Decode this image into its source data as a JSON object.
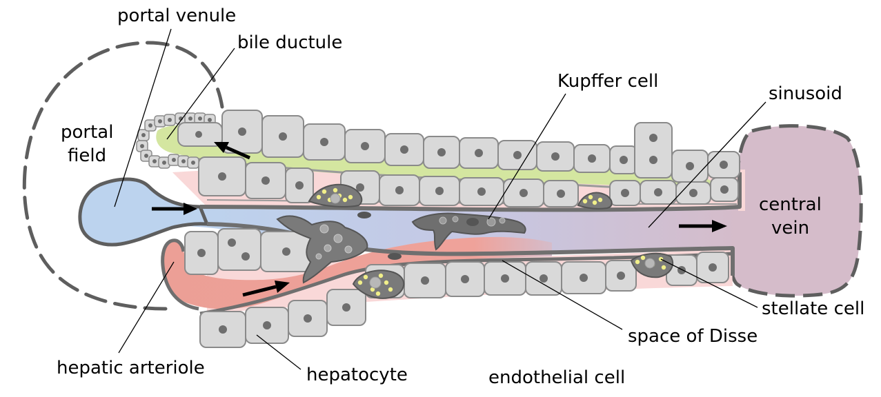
{
  "labels": {
    "portal_venule": "portal venule",
    "bile_ductule": "bile ductule",
    "portal_field_line1": "portal",
    "portal_field_line2": "field",
    "kupffer_cell": "Kupffer cell",
    "sinusoid": "sinusoid",
    "central_vein_line1": "central",
    "central_vein_line2": "vein",
    "stellate_cell": "stellate cell",
    "space_of_disse": "space of Disse",
    "hepatic_arteriole": "hepatic arteriole",
    "hepatocyte": "hepatocyte",
    "endothelial_cell": "endothelial cell"
  },
  "colors": {
    "hepatocyte_fill": "#d9d9d9",
    "cell_outline": "#8a8a8a",
    "nucleus": "#6e6e6e",
    "bile_ductule": "#d4e6a0",
    "portal_venule": "#bcd3ee",
    "hepatic_arteriole": "#ec9f96",
    "central_vein": "#d5bcca",
    "space_of_disse": "#f9d8d8",
    "endothelium": "#6f6f6f",
    "stellate_droplets": "#f1ef8a",
    "dashed_outline": "#5e5e5e"
  },
  "flow_arrows": [
    "bile-flow-left",
    "portal-flow-right",
    "arterial-flow-right",
    "central-flow-right"
  ]
}
